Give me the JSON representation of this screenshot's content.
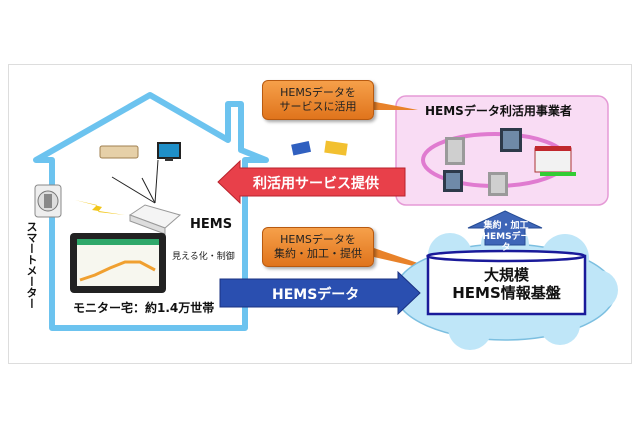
{
  "callouts": {
    "service_use": [
      "HEMSデータを",
      "サービスに活用"
    ],
    "aggregate": [
      "HEMSデータを",
      "集約・加工・提供"
    ]
  },
  "business": {
    "title": "HEMSデータ利活用事業者"
  },
  "arrows": {
    "service_provision": "利活用サービス提供",
    "hems_data": "HEMSデータ",
    "up": [
      "集約・加工",
      "HEMSデータ"
    ]
  },
  "platform": [
    "大規模",
    "HEMS情報基盤"
  ],
  "home": {
    "hems_label": "HEMS",
    "visualize": "見える化・制御",
    "monitor": "モニター宅：約1.4万世帯",
    "smart_meter": "スマートメーター"
  },
  "colors": {
    "house": "#6cc3ef",
    "callout": "#e8822a",
    "red_arrow": "#e8404a",
    "blue_arrow": "#2a4fb0",
    "pink": "#f9dcf4",
    "cloud": "#bfe6f8"
  }
}
